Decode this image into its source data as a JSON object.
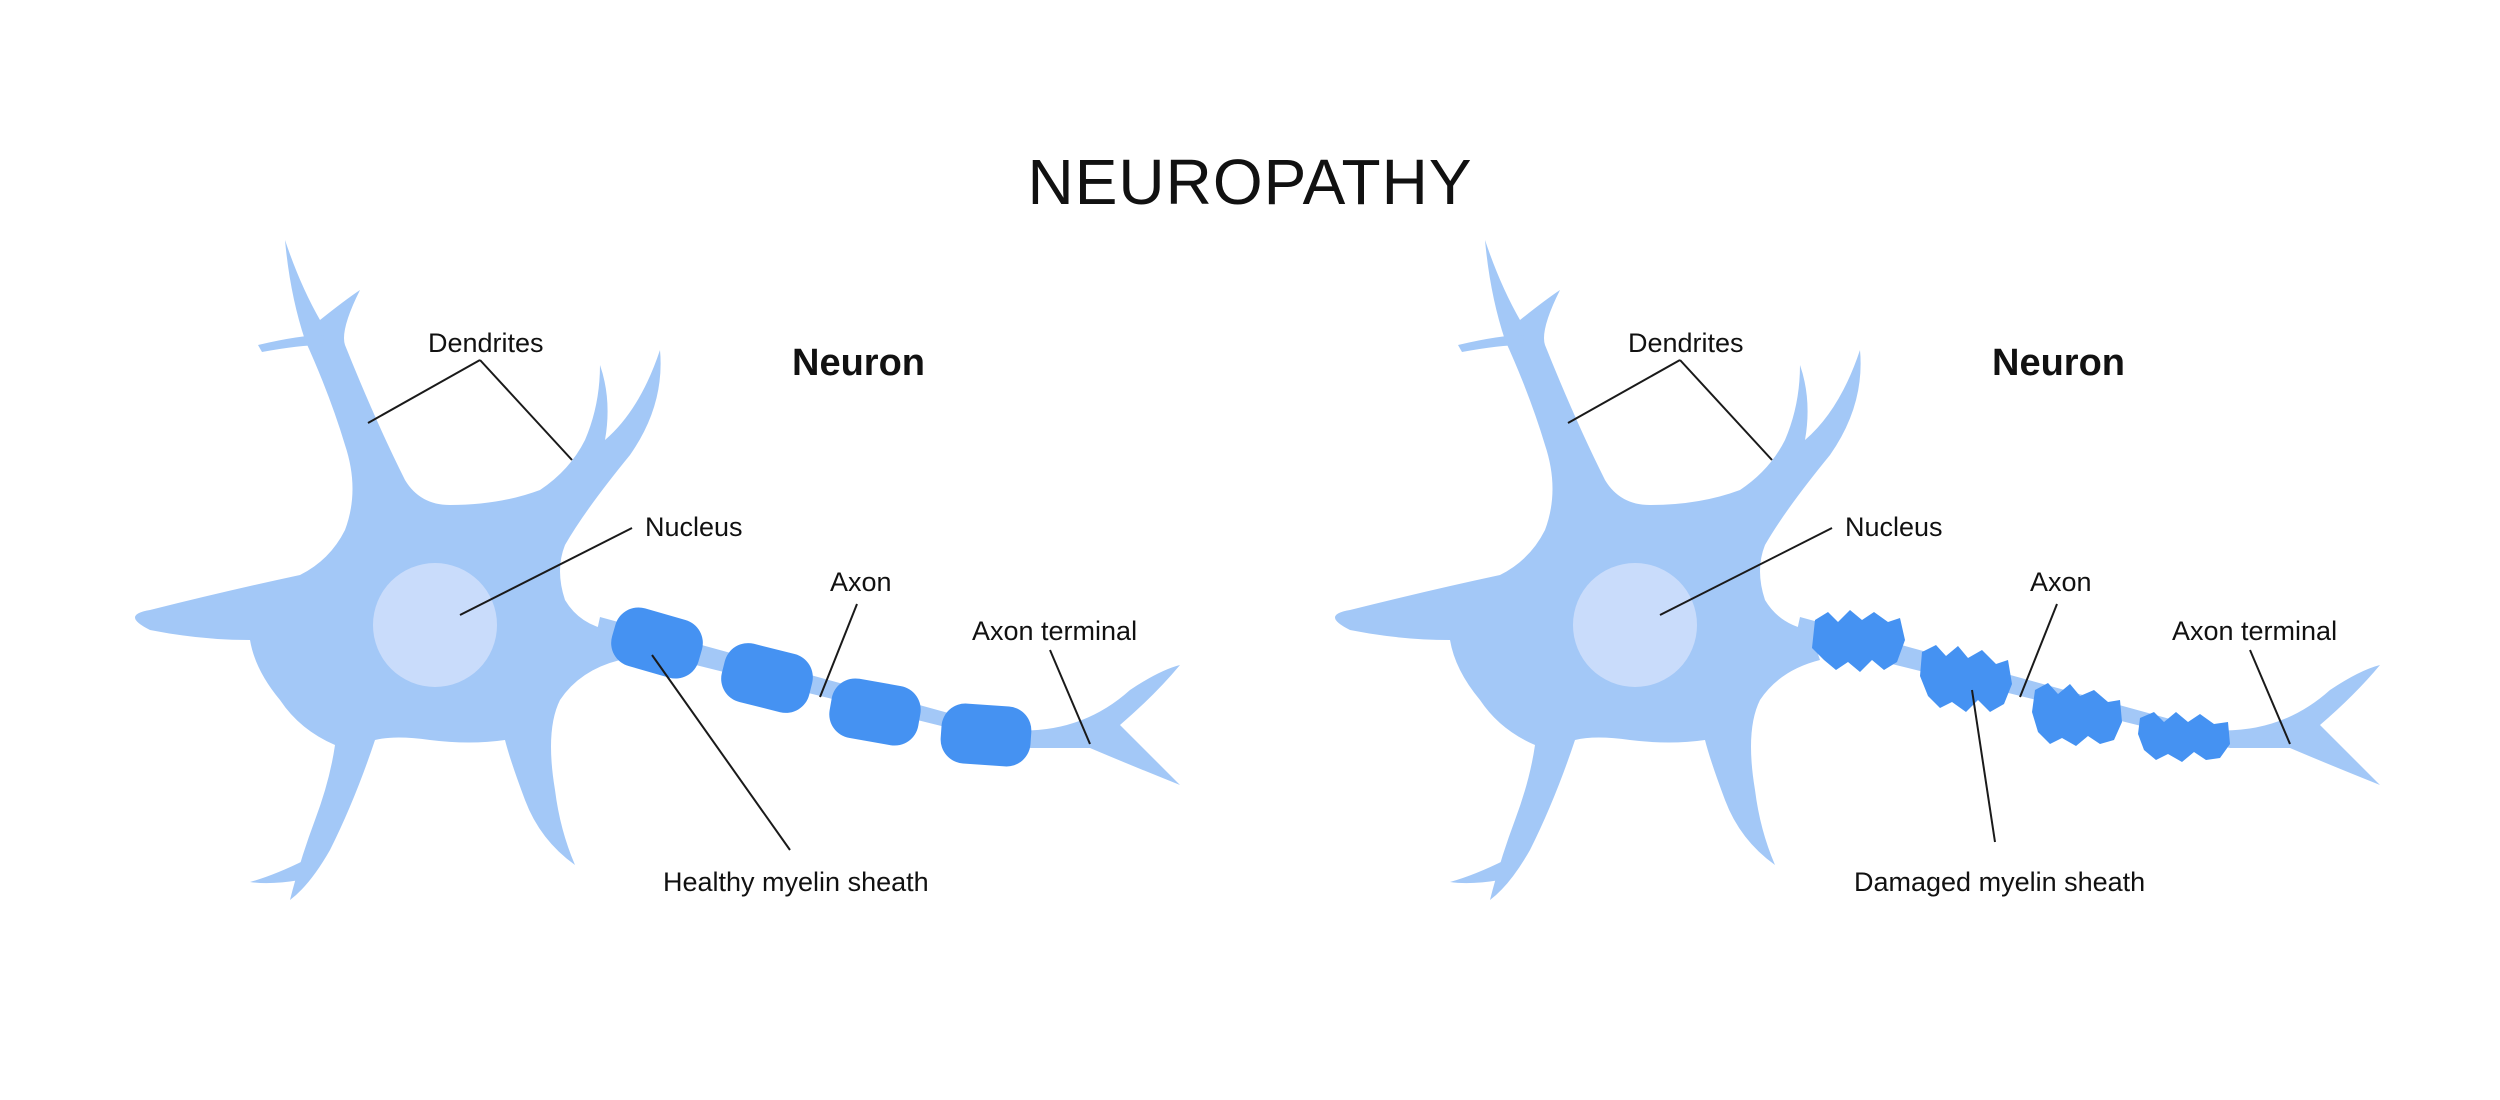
{
  "title": "NEUROPATHY",
  "colors": {
    "cell_body": "#a3c8f7",
    "nucleus": "#c9dcfb",
    "myelin": "#4592f2",
    "text": "#111111",
    "background": "#ffffff"
  },
  "panels": [
    {
      "heading": "Neuron",
      "labels": {
        "dendrites": "Dendrites",
        "nucleus": "Nucleus",
        "axon": "Axon",
        "axon_terminal": "Axon terminal",
        "myelin": "Healthy myelin sheath"
      },
      "myelin_state": "healthy"
    },
    {
      "heading": "Neuron",
      "labels": {
        "dendrites": "Dendrites",
        "nucleus": "Nucleus",
        "axon": "Axon",
        "axon_terminal": "Axon terminal",
        "myelin": "Damaged myelin sheath"
      },
      "myelin_state": "damaged"
    }
  ]
}
